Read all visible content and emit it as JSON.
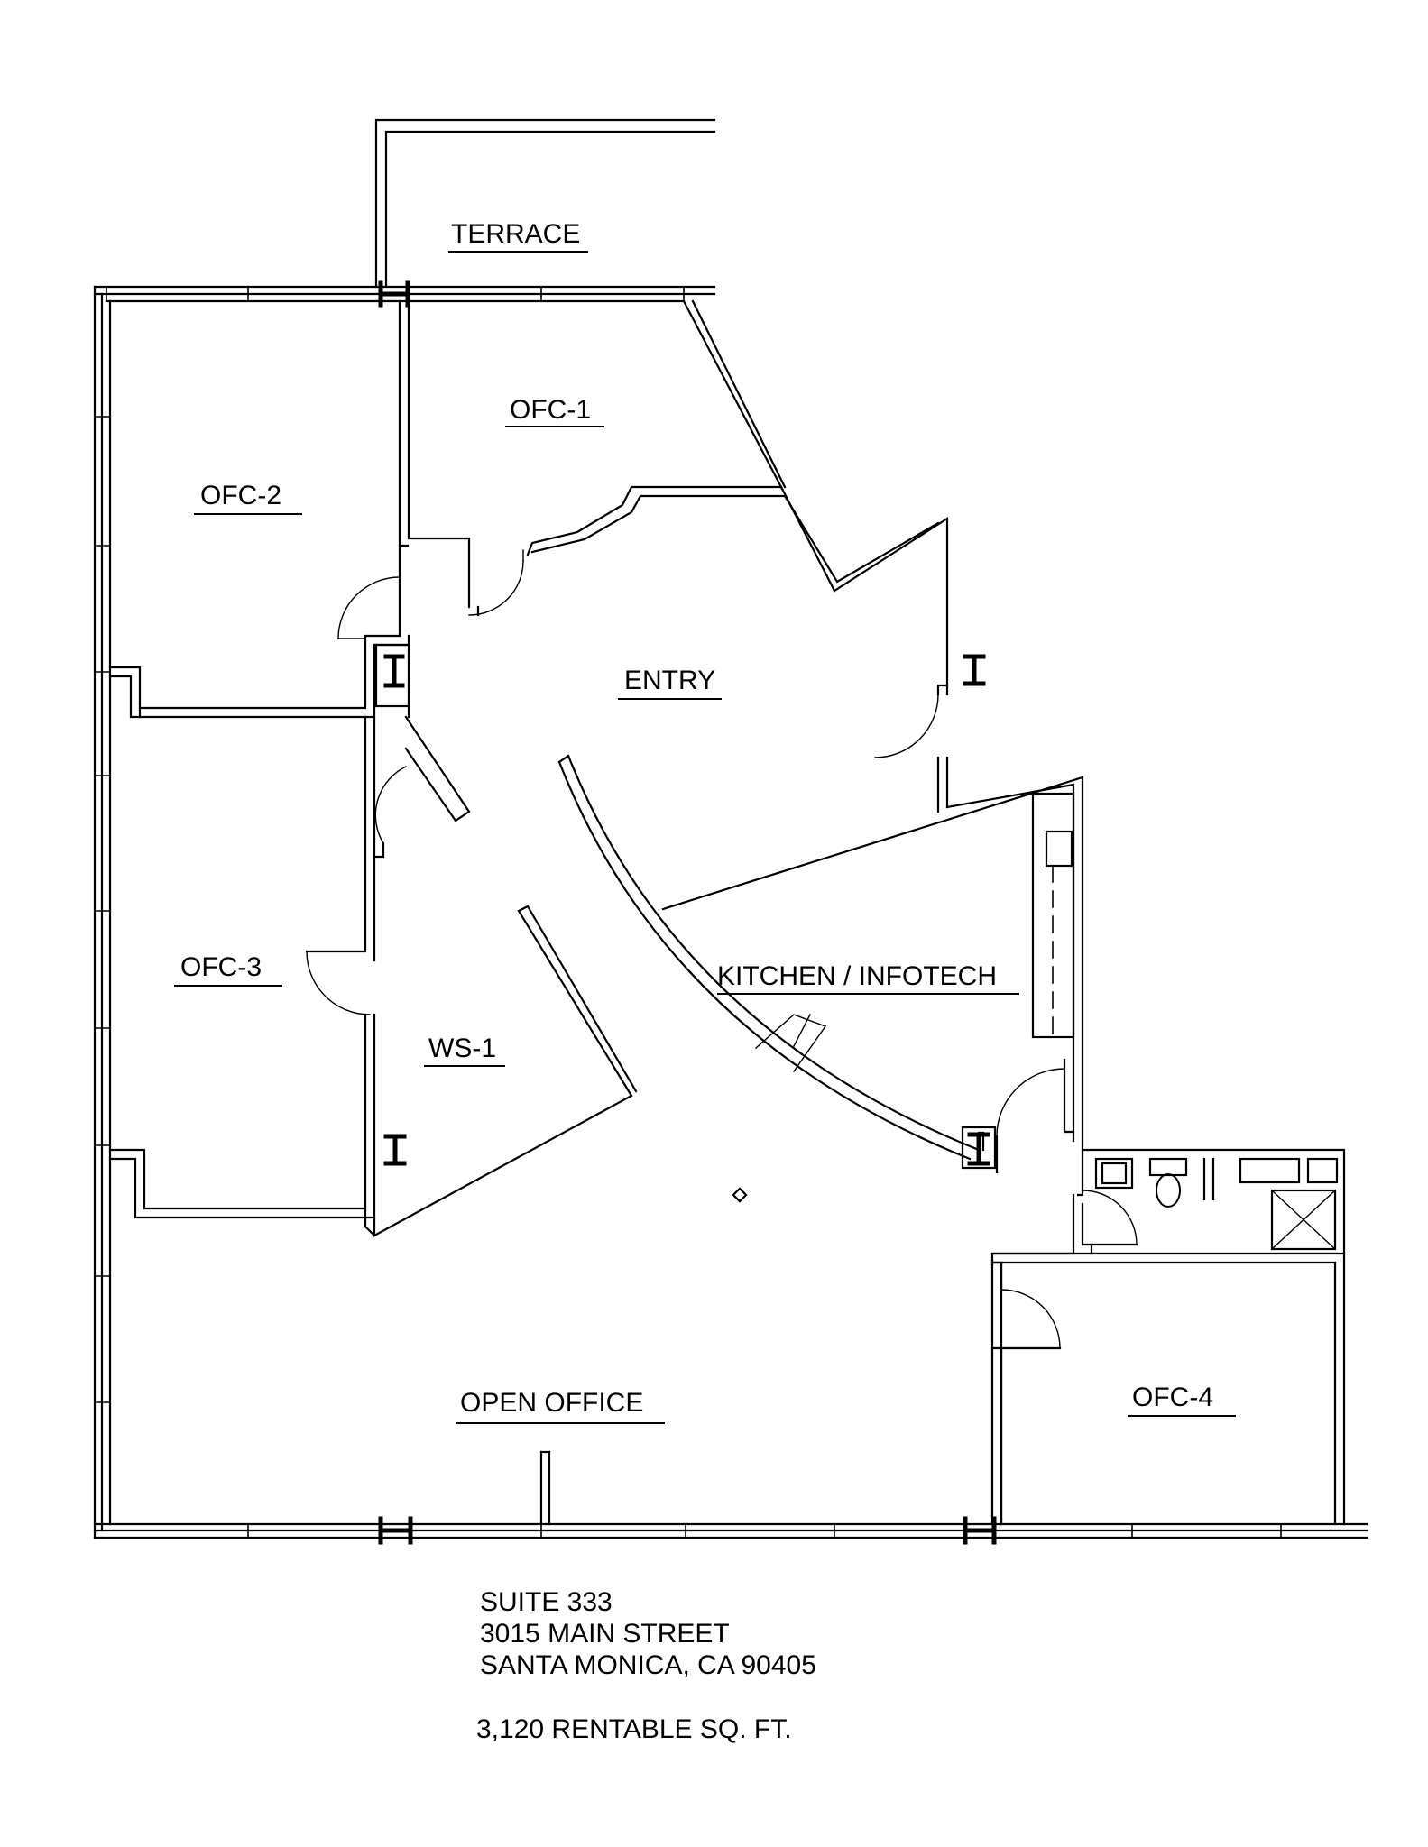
{
  "rooms": {
    "terrace": "TERRACE",
    "ofc1": "OFC-1",
    "ofc2": "OFC-2",
    "entry": "ENTRY",
    "ofc3": "OFC-3",
    "ws1": "WS-1",
    "kitchen": "KITCHEN / INFOTECH",
    "open_office": "OPEN OFFICE",
    "ofc4": "OFC-4"
  },
  "info": {
    "suite": "SUITE 333",
    "street": "3015 MAIN STREET",
    "city": "SANTA MONICA, CA 90405",
    "area": "3,120 RENTABLE SQ. FT."
  }
}
